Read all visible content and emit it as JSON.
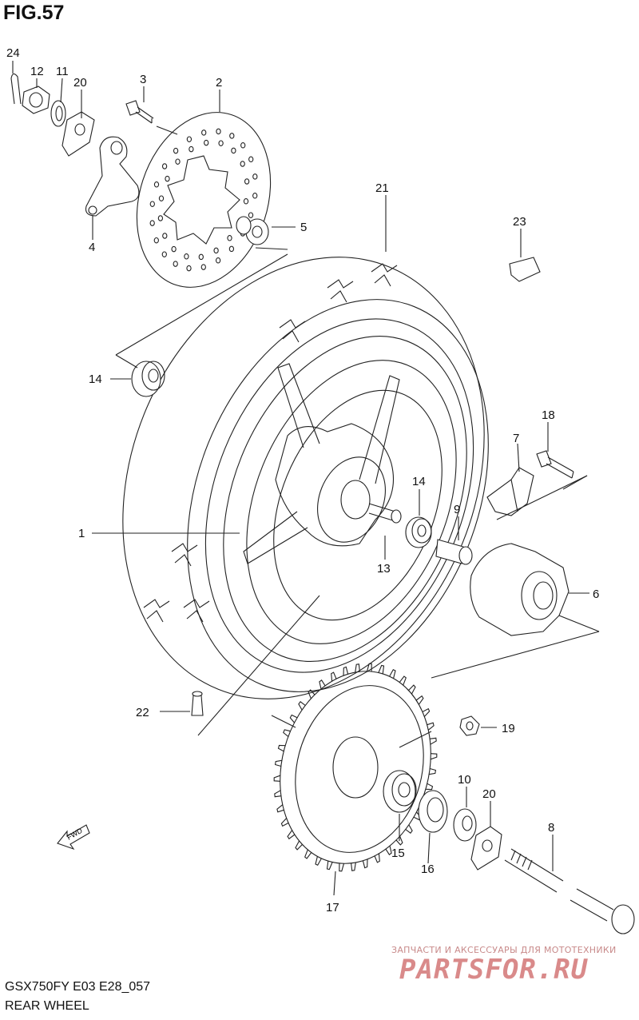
{
  "figure": {
    "title": "FIG.57",
    "model_code": "GSX750FY E03 E28_057",
    "section": "REAR WHEEL"
  },
  "fwd_label": "FWD",
  "watermark": {
    "tagline": "ЗАПЧАСТИ И АКСЕССУАРЫ ДЛЯ МОТОТЕХНИКИ",
    "brand": "PARTSFOR.RU"
  },
  "callouts": [
    {
      "id": "c24a",
      "label": "24"
    },
    {
      "id": "c12",
      "label": "12"
    },
    {
      "id": "c11",
      "label": "11"
    },
    {
      "id": "c20a",
      "label": "20"
    },
    {
      "id": "c3",
      "label": "3"
    },
    {
      "id": "c2",
      "label": "2"
    },
    {
      "id": "c4",
      "label": "4"
    },
    {
      "id": "c5",
      "label": "5"
    },
    {
      "id": "c21",
      "label": "21"
    },
    {
      "id": "c23",
      "label": "23"
    },
    {
      "id": "c14a",
      "label": "14"
    },
    {
      "id": "c18",
      "label": "18"
    },
    {
      "id": "c7",
      "label": "7"
    },
    {
      "id": "c14b",
      "label": "14"
    },
    {
      "id": "c9",
      "label": "9"
    },
    {
      "id": "c1",
      "label": "1"
    },
    {
      "id": "c13",
      "label": "13"
    },
    {
      "id": "c6",
      "label": "6"
    },
    {
      "id": "c22",
      "label": "22"
    },
    {
      "id": "c19",
      "label": "19"
    },
    {
      "id": "c10",
      "label": "10"
    },
    {
      "id": "c20b",
      "label": "20"
    },
    {
      "id": "c8",
      "label": "8"
    },
    {
      "id": "c15",
      "label": "15"
    },
    {
      "id": "c16",
      "label": "16"
    },
    {
      "id": "c17",
      "label": "17"
    }
  ]
}
